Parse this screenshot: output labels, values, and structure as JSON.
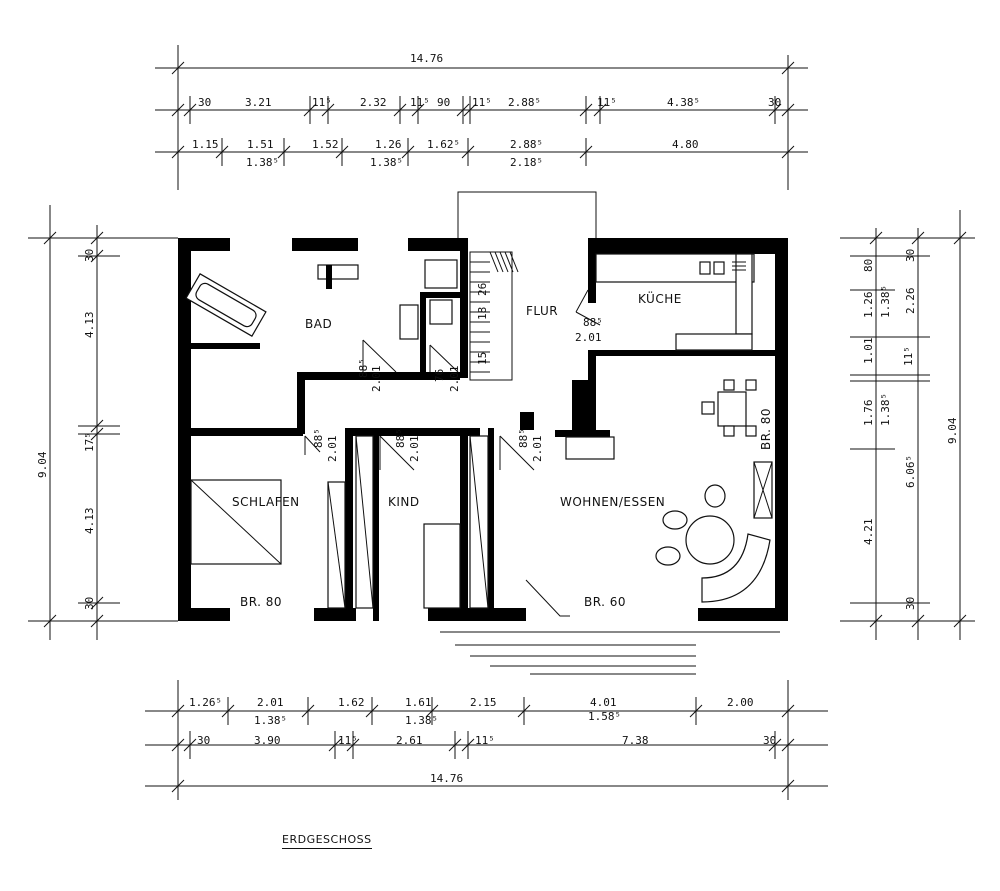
{
  "caption": "ERDGESCHOSS",
  "rooms": {
    "bad": "BAD",
    "flur": "FLUR",
    "kueche": "KÜCHE",
    "schlafen": "SCHLAFEN",
    "kind": "KIND",
    "wohnen": "WOHNEN/ESSEN"
  },
  "windows": {
    "schlafen": "BR. 80",
    "wohnen": "BR. 60",
    "essen": "BR. 80"
  },
  "dims_top": {
    "overall": "14.76",
    "row1": [
      "30",
      "3.21",
      "11⁵",
      "2.32",
      "11⁵",
      "90",
      "11⁵",
      "2.88⁵",
      "11⁵",
      "4.38⁵",
      "30"
    ],
    "row2_top": [
      "1.15",
      "1.51",
      "1.52",
      "1.26",
      "1.62⁵",
      "2.88⁵",
      "4.80"
    ],
    "row2_bottom": [
      "1.38⁵",
      "1.38⁵",
      "2.18⁵"
    ]
  },
  "dims_bottom": {
    "row1_top": [
      "1.26⁵",
      "2.01",
      "1.62",
      "1.61",
      "2.15",
      "4.01",
      "2.00"
    ],
    "row1_bottom": [
      "1.38⁵",
      "1.38⁵",
      "1.58⁵"
    ],
    "row2": [
      "30",
      "3.90",
      "11⁵",
      "2.61",
      "11⁵",
      "7.38",
      "30"
    ],
    "overall": "14.76"
  },
  "dims_left": {
    "overall": "9.04",
    "parts": [
      "30",
      "4.13",
      "17⁵",
      "4.13",
      "30"
    ]
  },
  "dims_right": {
    "inner": [
      "80",
      "1.26",
      "1.38⁵",
      "1.01",
      "11⁵",
      "1.76",
      "1.38⁵",
      "4.21",
      "30"
    ],
    "mid": [
      "30",
      "2.26",
      "6.06⁵"
    ],
    "overall": "9.04"
  },
  "door_labels": {
    "bad": [
      "88⁵",
      "2.01"
    ],
    "wc": [
      "76",
      "2.01"
    ],
    "kueche": [
      "88⁵",
      "2.01"
    ],
    "schlafen": [
      "88⁵",
      "2.01"
    ],
    "kind": [
      "88⁵",
      "2.01"
    ],
    "wohnen": [
      "88⁵",
      "2.01"
    ]
  },
  "stair_labels": [
    "26",
    "18",
    "15"
  ]
}
